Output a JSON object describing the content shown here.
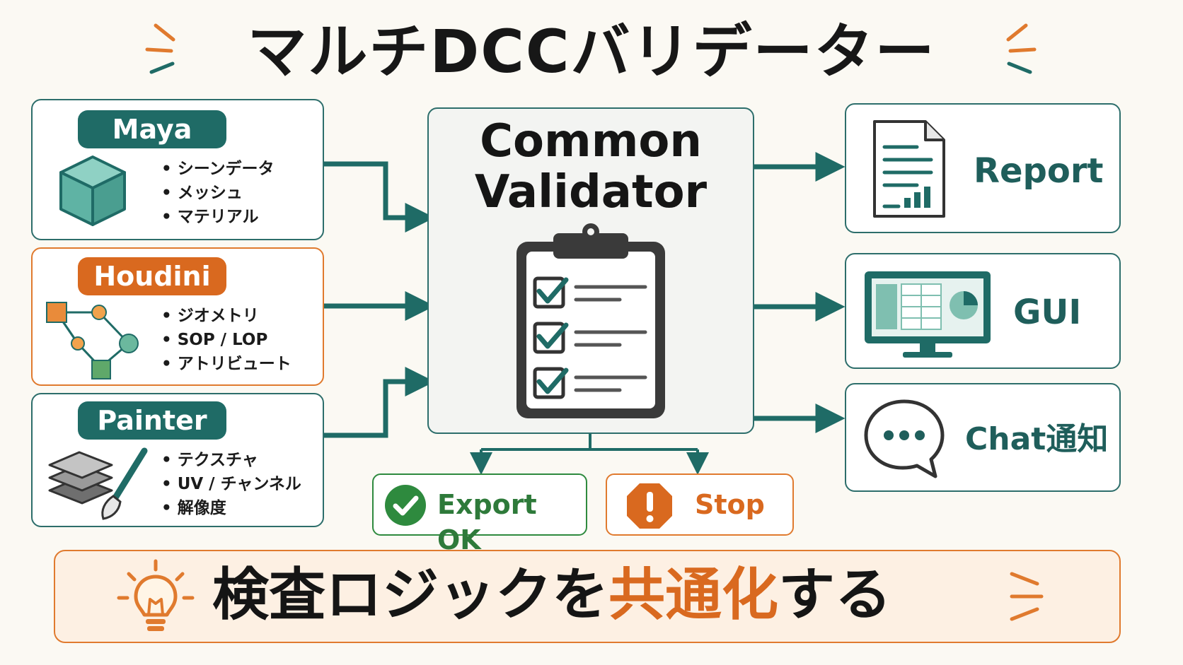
{
  "title": "マルチDCCバリデーター",
  "sources": [
    {
      "name": "Maya",
      "items": [
        "シーンデータ",
        "メッシュ",
        "マテリアル"
      ]
    },
    {
      "name": "Houdini",
      "items": [
        "ジオメトリ",
        "SOP / LOP",
        "アトリビュート"
      ]
    },
    {
      "name": "Painter",
      "items": [
        "テクスチャ",
        "UV / チャンネル",
        "解像度"
      ]
    }
  ],
  "validator": {
    "line1": "Common",
    "line2": "Validator"
  },
  "outputs": [
    "Report",
    "GUI",
    "Chat通知"
  ],
  "results": {
    "ok": "Export OK",
    "stop": "Stop"
  },
  "slogan": {
    "before": "検査ロジックを",
    "highlight": "共通化",
    "after": "する"
  },
  "colors": {
    "teal": "#1f6b66",
    "orange": "#d9691f",
    "green": "#2e8a3e",
    "background": "#fbf9f3"
  }
}
